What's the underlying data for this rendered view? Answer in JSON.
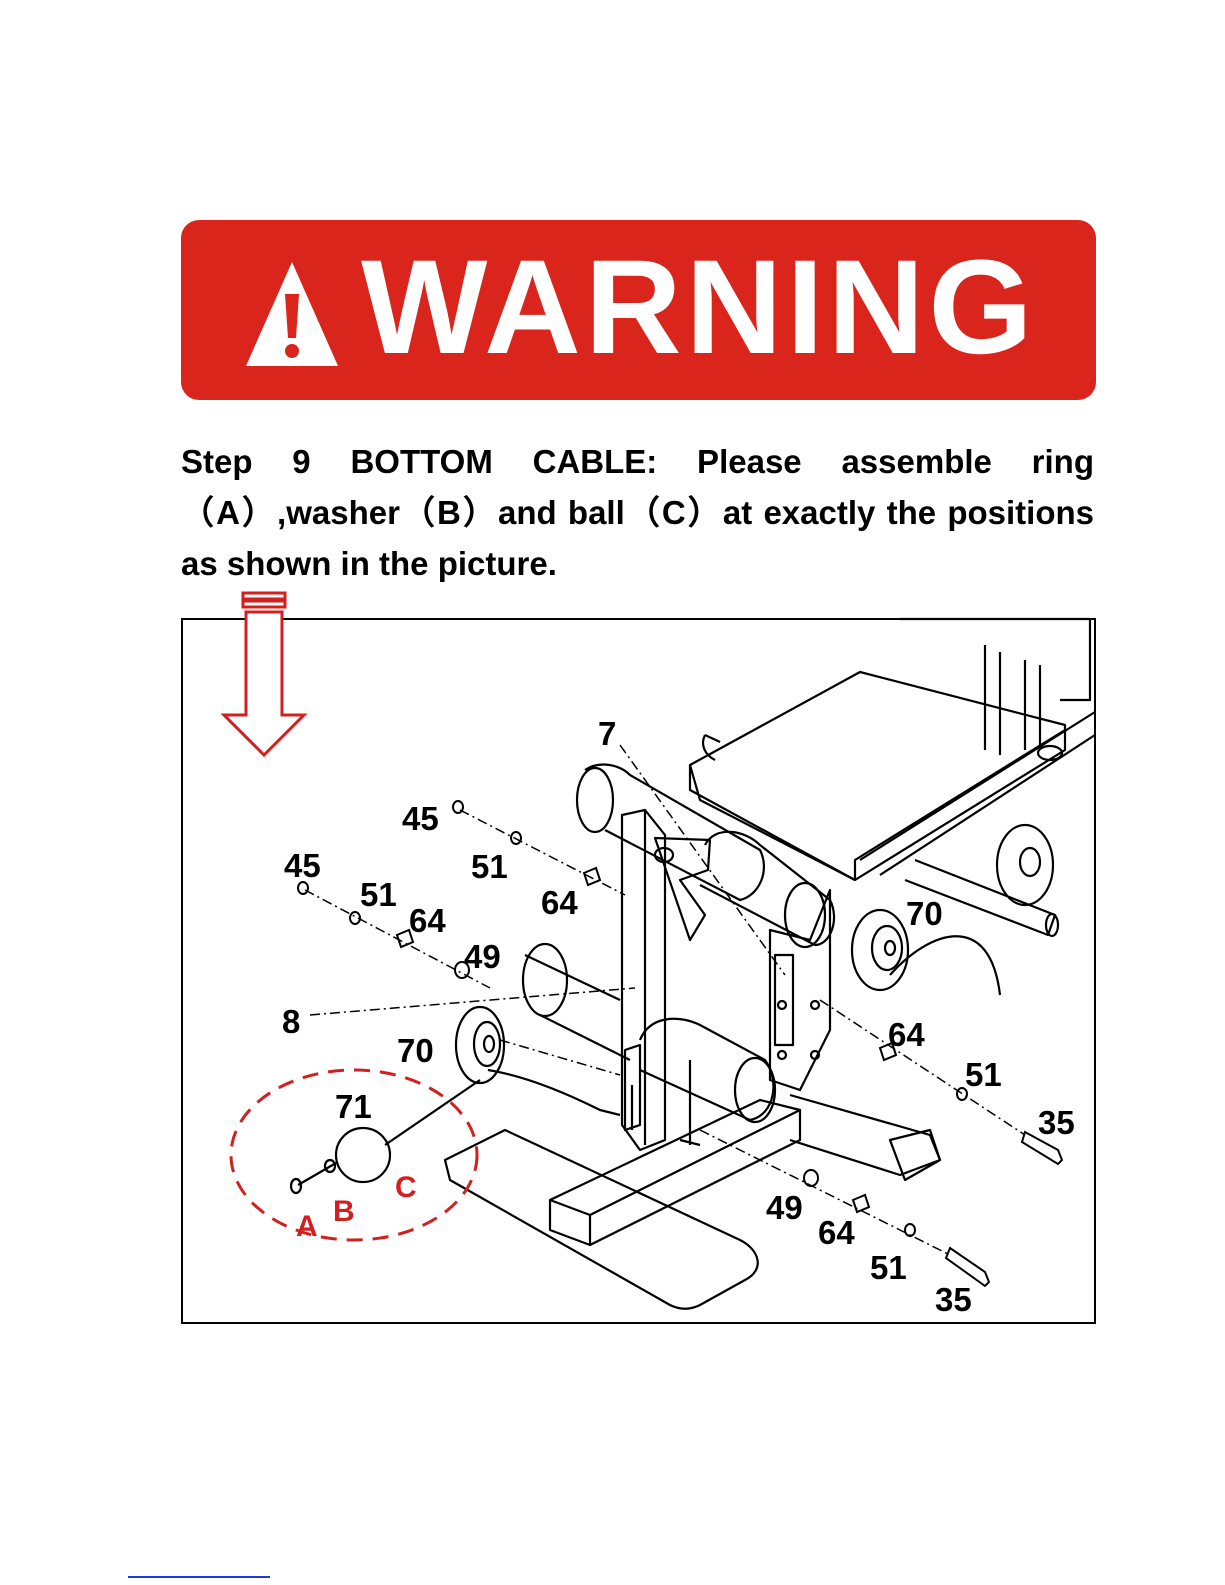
{
  "warning": {
    "word": "WARNING",
    "color": "#da251c",
    "icon": "exclamation-triangle-icon"
  },
  "instruction": {
    "text": "Step 9 BOTTOM CABLE: Please assemble ring（A）,washer（B）and ball（C）at exactly the positions as shown in the picture."
  },
  "diagram": {
    "part_labels": [
      "7",
      "45",
      "51",
      "64",
      "45",
      "51",
      "64",
      "49",
      "8",
      "70",
      "70",
      "64",
      "51",
      "35",
      "71",
      "49",
      "64",
      "51",
      "35"
    ],
    "callouts": [
      "A",
      "B",
      "C"
    ],
    "callout_color": "#d21f1f",
    "arrow_icon": "down-arrow-icon"
  }
}
